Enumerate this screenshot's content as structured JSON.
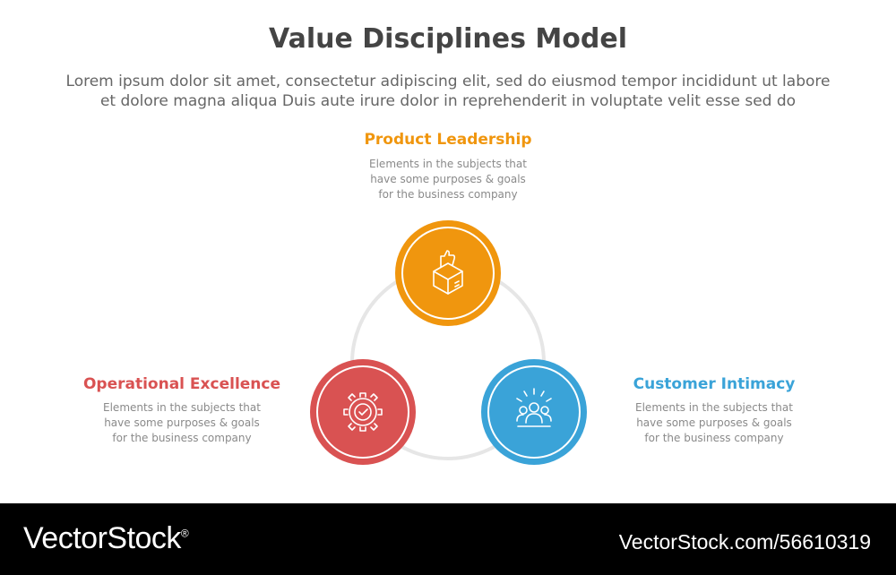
{
  "title": "Value Disciplines Model",
  "subtitle": {
    "line1": "Lorem ipsum dolor sit amet, consectetur adipiscing elit, sed do eiusmod tempor incididunt ut labore",
    "line2": "et dolore magna aliqua Duis aute irure dolor in reprehenderit in voluptate velit esse sed do"
  },
  "colors": {
    "product": "#F0960E",
    "operational": "#D95252",
    "customer": "#3AA3D8",
    "ring": "#E6E6E6",
    "title": "#444444",
    "body_text": "#8A8A8A"
  },
  "nodes": {
    "product": {
      "heading": "Product Leadership",
      "desc": [
        "Elements in the subjects that",
        "have  some purposes & goals",
        "for the  business company"
      ],
      "icon": "box-thumbs-up-icon"
    },
    "operational": {
      "heading": "Operational Excellence",
      "desc": [
        "Elements in the subjects that",
        "have  some purposes & goals",
        "for the  business company"
      ],
      "icon": "gear-check-icon"
    },
    "customer": {
      "heading": "Customer Intimacy",
      "desc": [
        "Elements in the subjects that",
        "have  some purposes & goals",
        "for the  business company"
      ],
      "icon": "team-icon"
    }
  },
  "footer": {
    "brand": "VectorStock",
    "trademark": "®",
    "url": "VectorStock.com/56610319"
  }
}
